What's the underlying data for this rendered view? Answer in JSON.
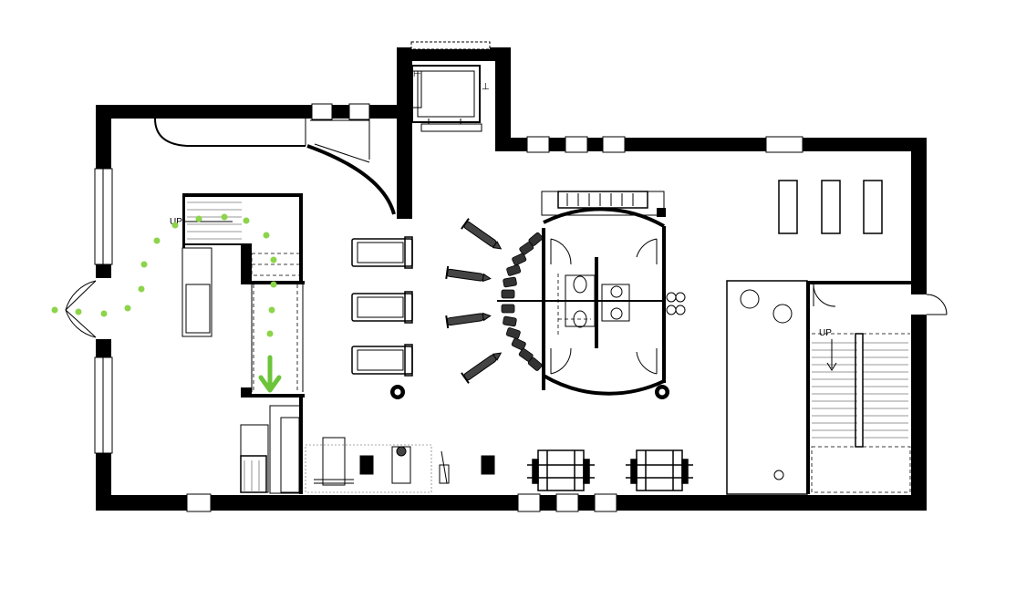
{
  "plan": {
    "stair_left_label": "UP",
    "stair_right_label": "UP",
    "colors": {
      "wall": "#000000",
      "route_dots": "#8cd44a",
      "route_arrow": "#6cc43a",
      "background": "#ffffff"
    },
    "icons": {
      "entry_route": "green-dotted-route",
      "route_arrow": "down-arrow-icon"
    }
  }
}
